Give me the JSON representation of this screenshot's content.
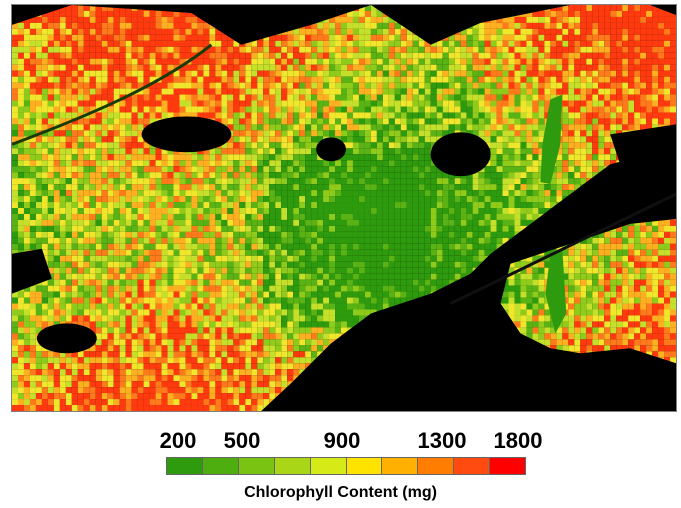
{
  "legend": {
    "title": "Chlorophyll Content (mg)",
    "ticks": [
      {
        "label": "200",
        "value": 200
      },
      {
        "label": "500",
        "value": 500
      },
      {
        "label": "900",
        "value": 900
      },
      {
        "label": "1300",
        "value": 1300
      },
      {
        "label": "1800",
        "value": 1800
      }
    ],
    "colors": [
      "#2e9a0e",
      "#4fae0f",
      "#7bc312",
      "#a9d617",
      "#d6ea18",
      "#ffe300",
      "#ffb000",
      "#ff7d00",
      "#ff4a10",
      "#ff0000"
    ]
  },
  "map": {
    "background_color": "#000000",
    "land_palette": [
      "#2e9a0e",
      "#5ab314",
      "#8fcb1a",
      "#c4e02a",
      "#f0e62c",
      "#ffb020",
      "#ff7a1a",
      "#ff3a0e"
    ]
  }
}
